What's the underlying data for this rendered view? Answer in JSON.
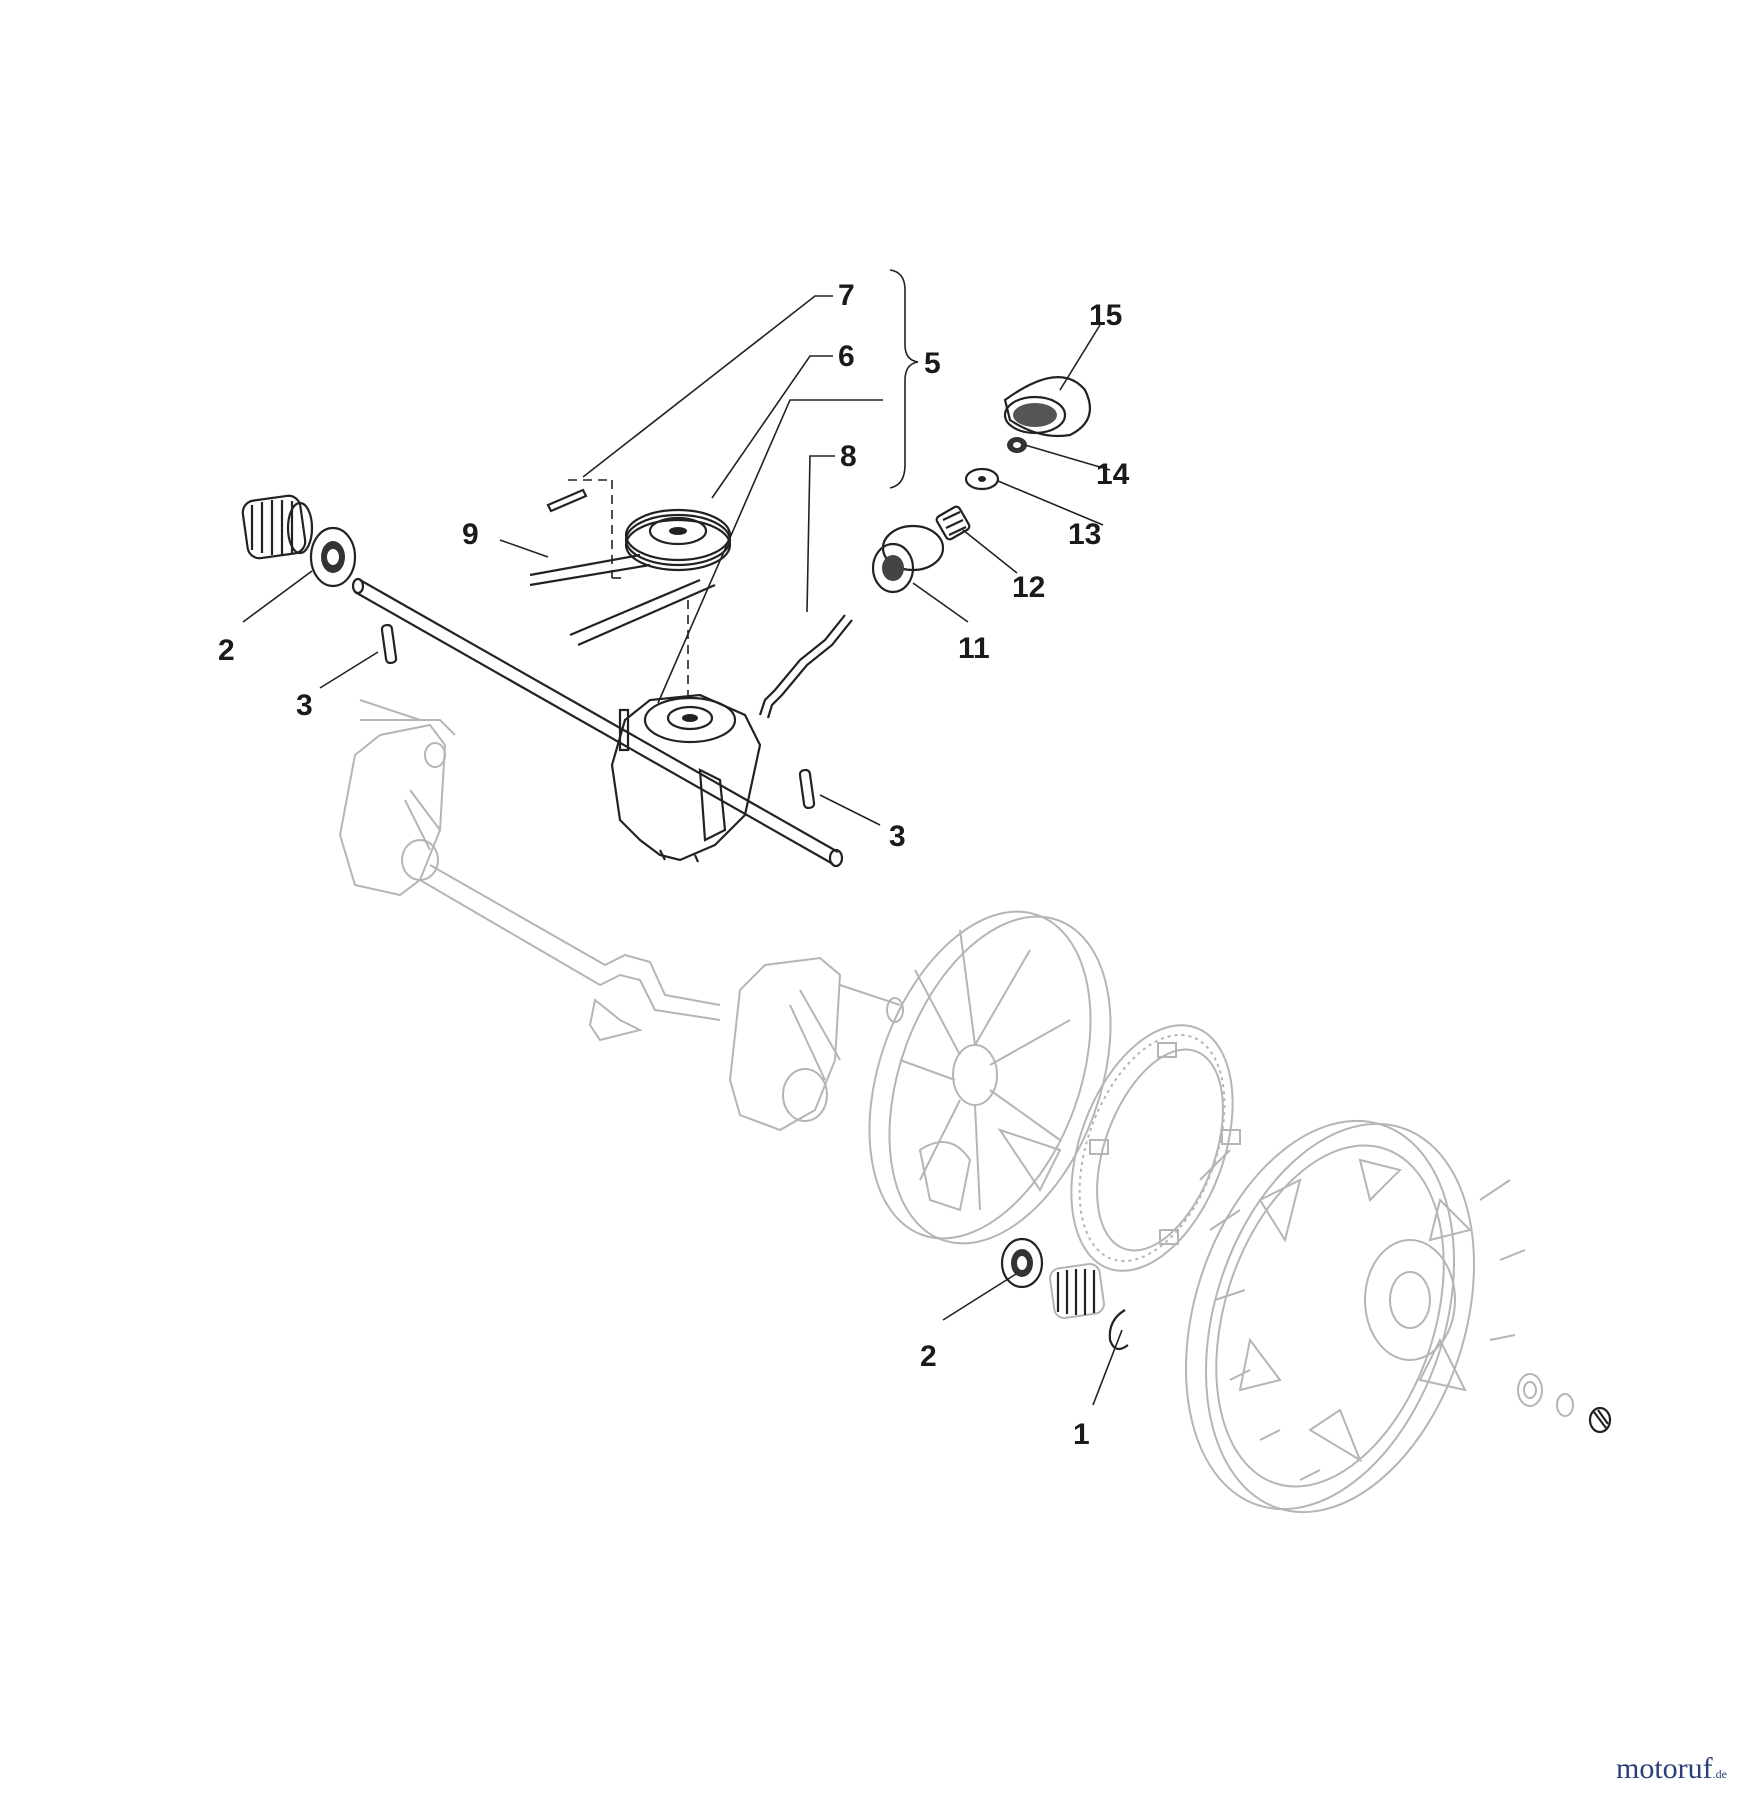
{
  "diagram": {
    "callouts": [
      {
        "id": "c7",
        "text": "7"
      },
      {
        "id": "c6",
        "text": "6"
      },
      {
        "id": "c5",
        "text": "5"
      },
      {
        "id": "c8",
        "text": "8"
      },
      {
        "id": "c9",
        "text": "9"
      },
      {
        "id": "c2a",
        "text": "2"
      },
      {
        "id": "c3a",
        "text": "3"
      },
      {
        "id": "c3b",
        "text": "3"
      },
      {
        "id": "c15",
        "text": "15"
      },
      {
        "id": "c14",
        "text": "14"
      },
      {
        "id": "c13",
        "text": "13"
      },
      {
        "id": "c12",
        "text": "12"
      },
      {
        "id": "c11",
        "text": "11"
      },
      {
        "id": "c2b",
        "text": "2"
      },
      {
        "id": "c1",
        "text": "1"
      }
    ]
  },
  "watermark": {
    "name": "motoruf",
    "tld": ".de"
  }
}
